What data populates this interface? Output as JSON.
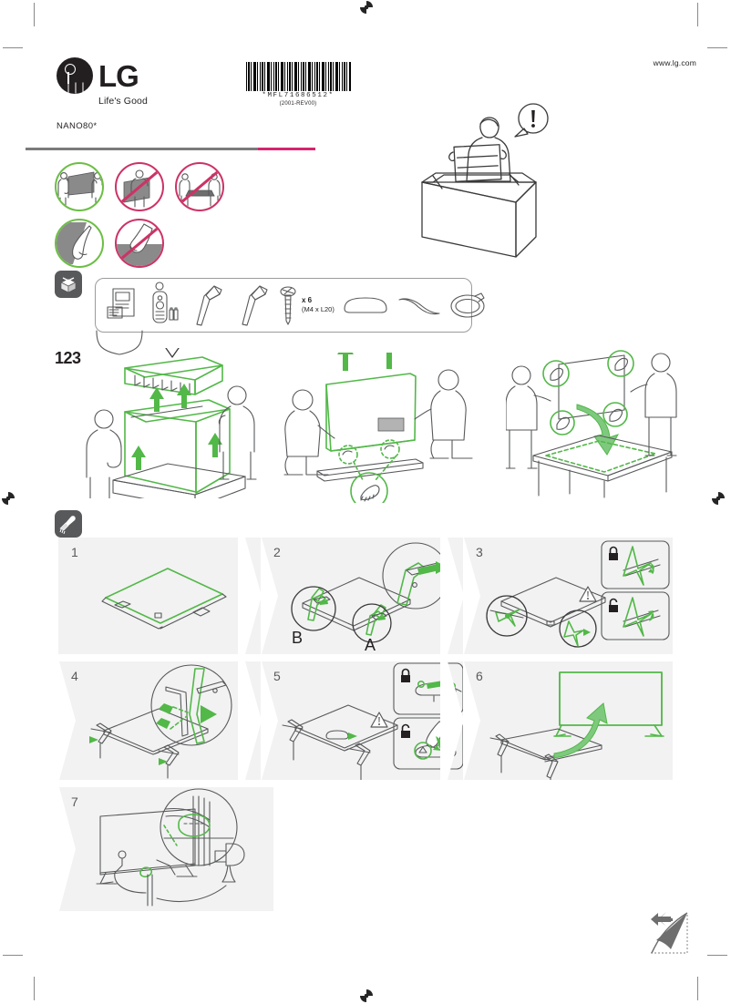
{
  "document": {
    "type": "quick-setup-guide",
    "brand": "LG",
    "tagline": "Life's Good",
    "model": "NANO80*",
    "website": "www.lg.com",
    "barcode_number": "*MFL71686512*",
    "barcode_revision": "(2001-REV00)"
  },
  "colors": {
    "brand_dark": "#231f20",
    "accent_pink": "#d6246e",
    "ok_green": "#6cbe45",
    "no_red": "#cc3366",
    "highlight_green": "#52b848",
    "panel_gray": "#f2f2f2",
    "badge_gray": "#58595b"
  },
  "handling_icons": [
    {
      "name": "carry-two-people-ok",
      "status": "allowed",
      "caption": ""
    },
    {
      "name": "carry-one-person-not-allowed",
      "status": "forbidden",
      "caption": ""
    },
    {
      "name": "lay-screen-down-not-allowed",
      "status": "forbidden",
      "caption": ""
    },
    {
      "name": "hold-by-frame-ok",
      "status": "allowed",
      "caption": ""
    },
    {
      "name": "touch-screen-not-allowed",
      "status": "forbidden",
      "caption": ""
    }
  ],
  "accessories": {
    "badge_icon": "open-box-icon",
    "items": [
      {
        "name": "user-manual",
        "label": ""
      },
      {
        "name": "remote-control-and-batteries",
        "label": ""
      },
      {
        "name": "stand-leg-left",
        "label": ""
      },
      {
        "name": "stand-leg-right",
        "label": ""
      },
      {
        "name": "screws",
        "count_label": "x 6",
        "spec_label": "(M4 x L20)"
      },
      {
        "name": "stand-cover-plate",
        "label": ""
      },
      {
        "name": "cable-holder",
        "label": ""
      },
      {
        "name": "cable-tie",
        "label": ""
      }
    ]
  },
  "unboxing": {
    "label": "123",
    "panels": [
      {
        "name": "remove-top-foam-from-carton",
        "caption": ""
      },
      {
        "name": "two-people-lift-tv-out",
        "caption": ""
      },
      {
        "name": "place-tv-face-down-on-padded-table",
        "caption": ""
      }
    ]
  },
  "assembly": {
    "badge_icon": "screwdriver-icon",
    "steps": [
      {
        "number": "1",
        "name": "tv-face-down-flat",
        "labels": []
      },
      {
        "number": "2",
        "name": "insert-stand-legs",
        "labels": [
          "B",
          "A"
        ]
      },
      {
        "number": "3",
        "name": "rotate-legs-lock",
        "labels": [],
        "icons": [
          "lock-closed-icon",
          "lock-open-icon",
          "warning-triangle-icon"
        ]
      },
      {
        "number": "4",
        "name": "fasten-screws",
        "labels": [],
        "icons": []
      },
      {
        "number": "5",
        "name": "attach-stand-cover",
        "labels": [],
        "icons": [
          "lock-closed-icon",
          "lock-open-icon",
          "warning-triangle-icon"
        ]
      },
      {
        "number": "6",
        "name": "stand-tv-upright",
        "labels": [],
        "icons": []
      },
      {
        "number": "7",
        "name": "route-cables-with-holder",
        "labels": [],
        "icons": []
      }
    ]
  },
  "footer": {
    "page_turn_icon": "page-turn-icon"
  }
}
